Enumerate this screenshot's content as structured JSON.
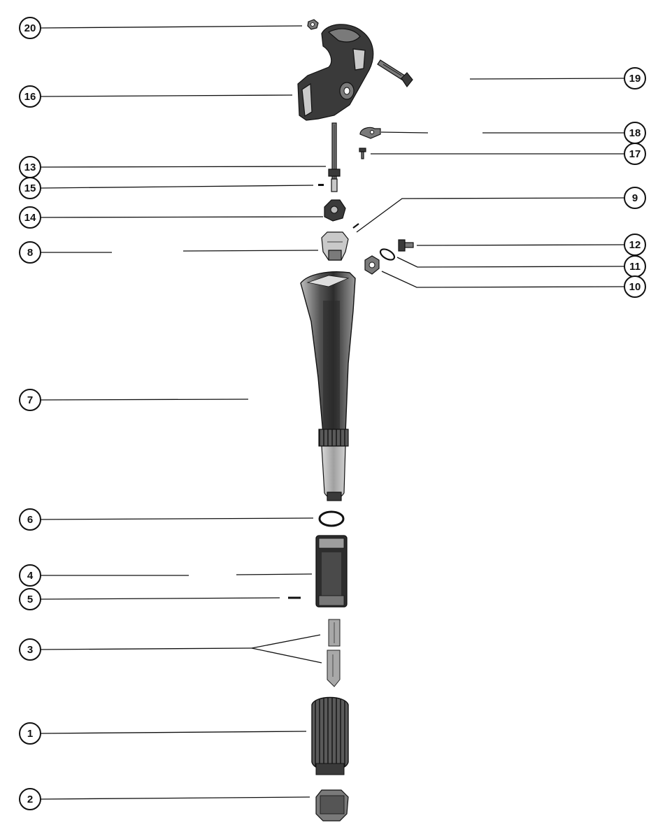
{
  "diagram": {
    "callouts": [
      {
        "id": "c20",
        "label": "20"
      },
      {
        "id": "c16",
        "label": "16"
      },
      {
        "id": "c13",
        "label": "13"
      },
      {
        "id": "c15",
        "label": "15"
      },
      {
        "id": "c14",
        "label": "14"
      },
      {
        "id": "c8",
        "label": "8"
      },
      {
        "id": "c7",
        "label": "7"
      },
      {
        "id": "c6",
        "label": "6"
      },
      {
        "id": "c4",
        "label": "4"
      },
      {
        "id": "c5",
        "label": "5"
      },
      {
        "id": "c3",
        "label": "3"
      },
      {
        "id": "c1",
        "label": "1"
      },
      {
        "id": "c2",
        "label": "2"
      },
      {
        "id": "c19",
        "label": "19"
      },
      {
        "id": "c18",
        "label": "18"
      },
      {
        "id": "c17",
        "label": "17"
      },
      {
        "id": "c9",
        "label": "9"
      },
      {
        "id": "c12",
        "label": "12"
      },
      {
        "id": "c11",
        "label": "11"
      },
      {
        "id": "c10",
        "label": "10"
      }
    ]
  }
}
